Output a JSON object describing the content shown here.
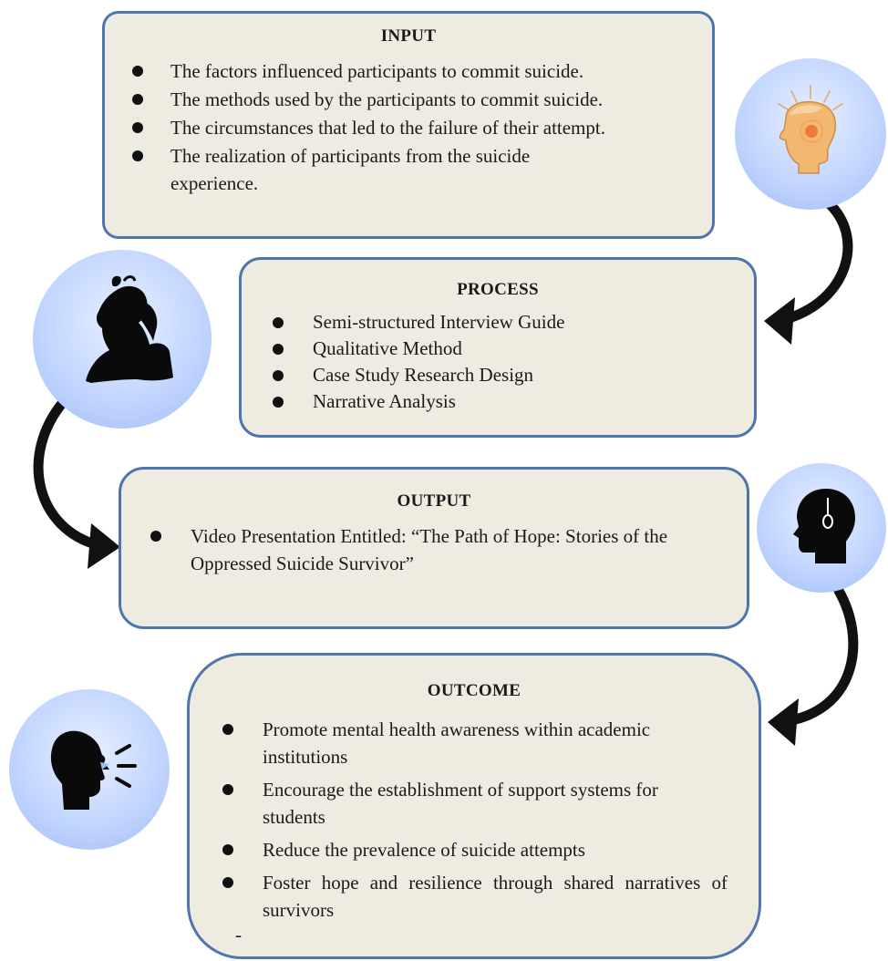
{
  "input": {
    "title": "INPUT",
    "items": [
      "The factors influenced participants to commit suicide.",
      "The methods used by the participants to commit suicide.",
      "The circumstances that led to the failure of their attempt.",
      "The realization of participants from the suicide experience."
    ]
  },
  "process": {
    "title": "PROCESS",
    "items": [
      "Semi-structured Interview Guide",
      "Qualitative Method",
      "Case Study Research Design",
      "Narrative Analysis"
    ]
  },
  "output": {
    "title": "OUTPUT",
    "items": [
      "Video Presentation Entitled: “The Path of Hope: Stories of the Oppressed Suicide Survivor”"
    ]
  },
  "outcome": {
    "title": "OUTCOME",
    "items": [
      "Promote mental health awareness within academic institutions",
      "Encourage the establishment of support systems for students",
      "Reduce the prevalence of suicide attempts",
      "Foster hope and resilience through shared narratives of survivors"
    ],
    "trailing": "-"
  },
  "icons": [
    "head-glow-icon",
    "distressed-woman-icon",
    "head-noose-icon",
    "shouting-person-icon"
  ],
  "colors": {
    "box_fill": "#eeebe0",
    "box_border": "#4f75ad",
    "circle_fill": "#b9cffb",
    "arrow": "#111111"
  }
}
